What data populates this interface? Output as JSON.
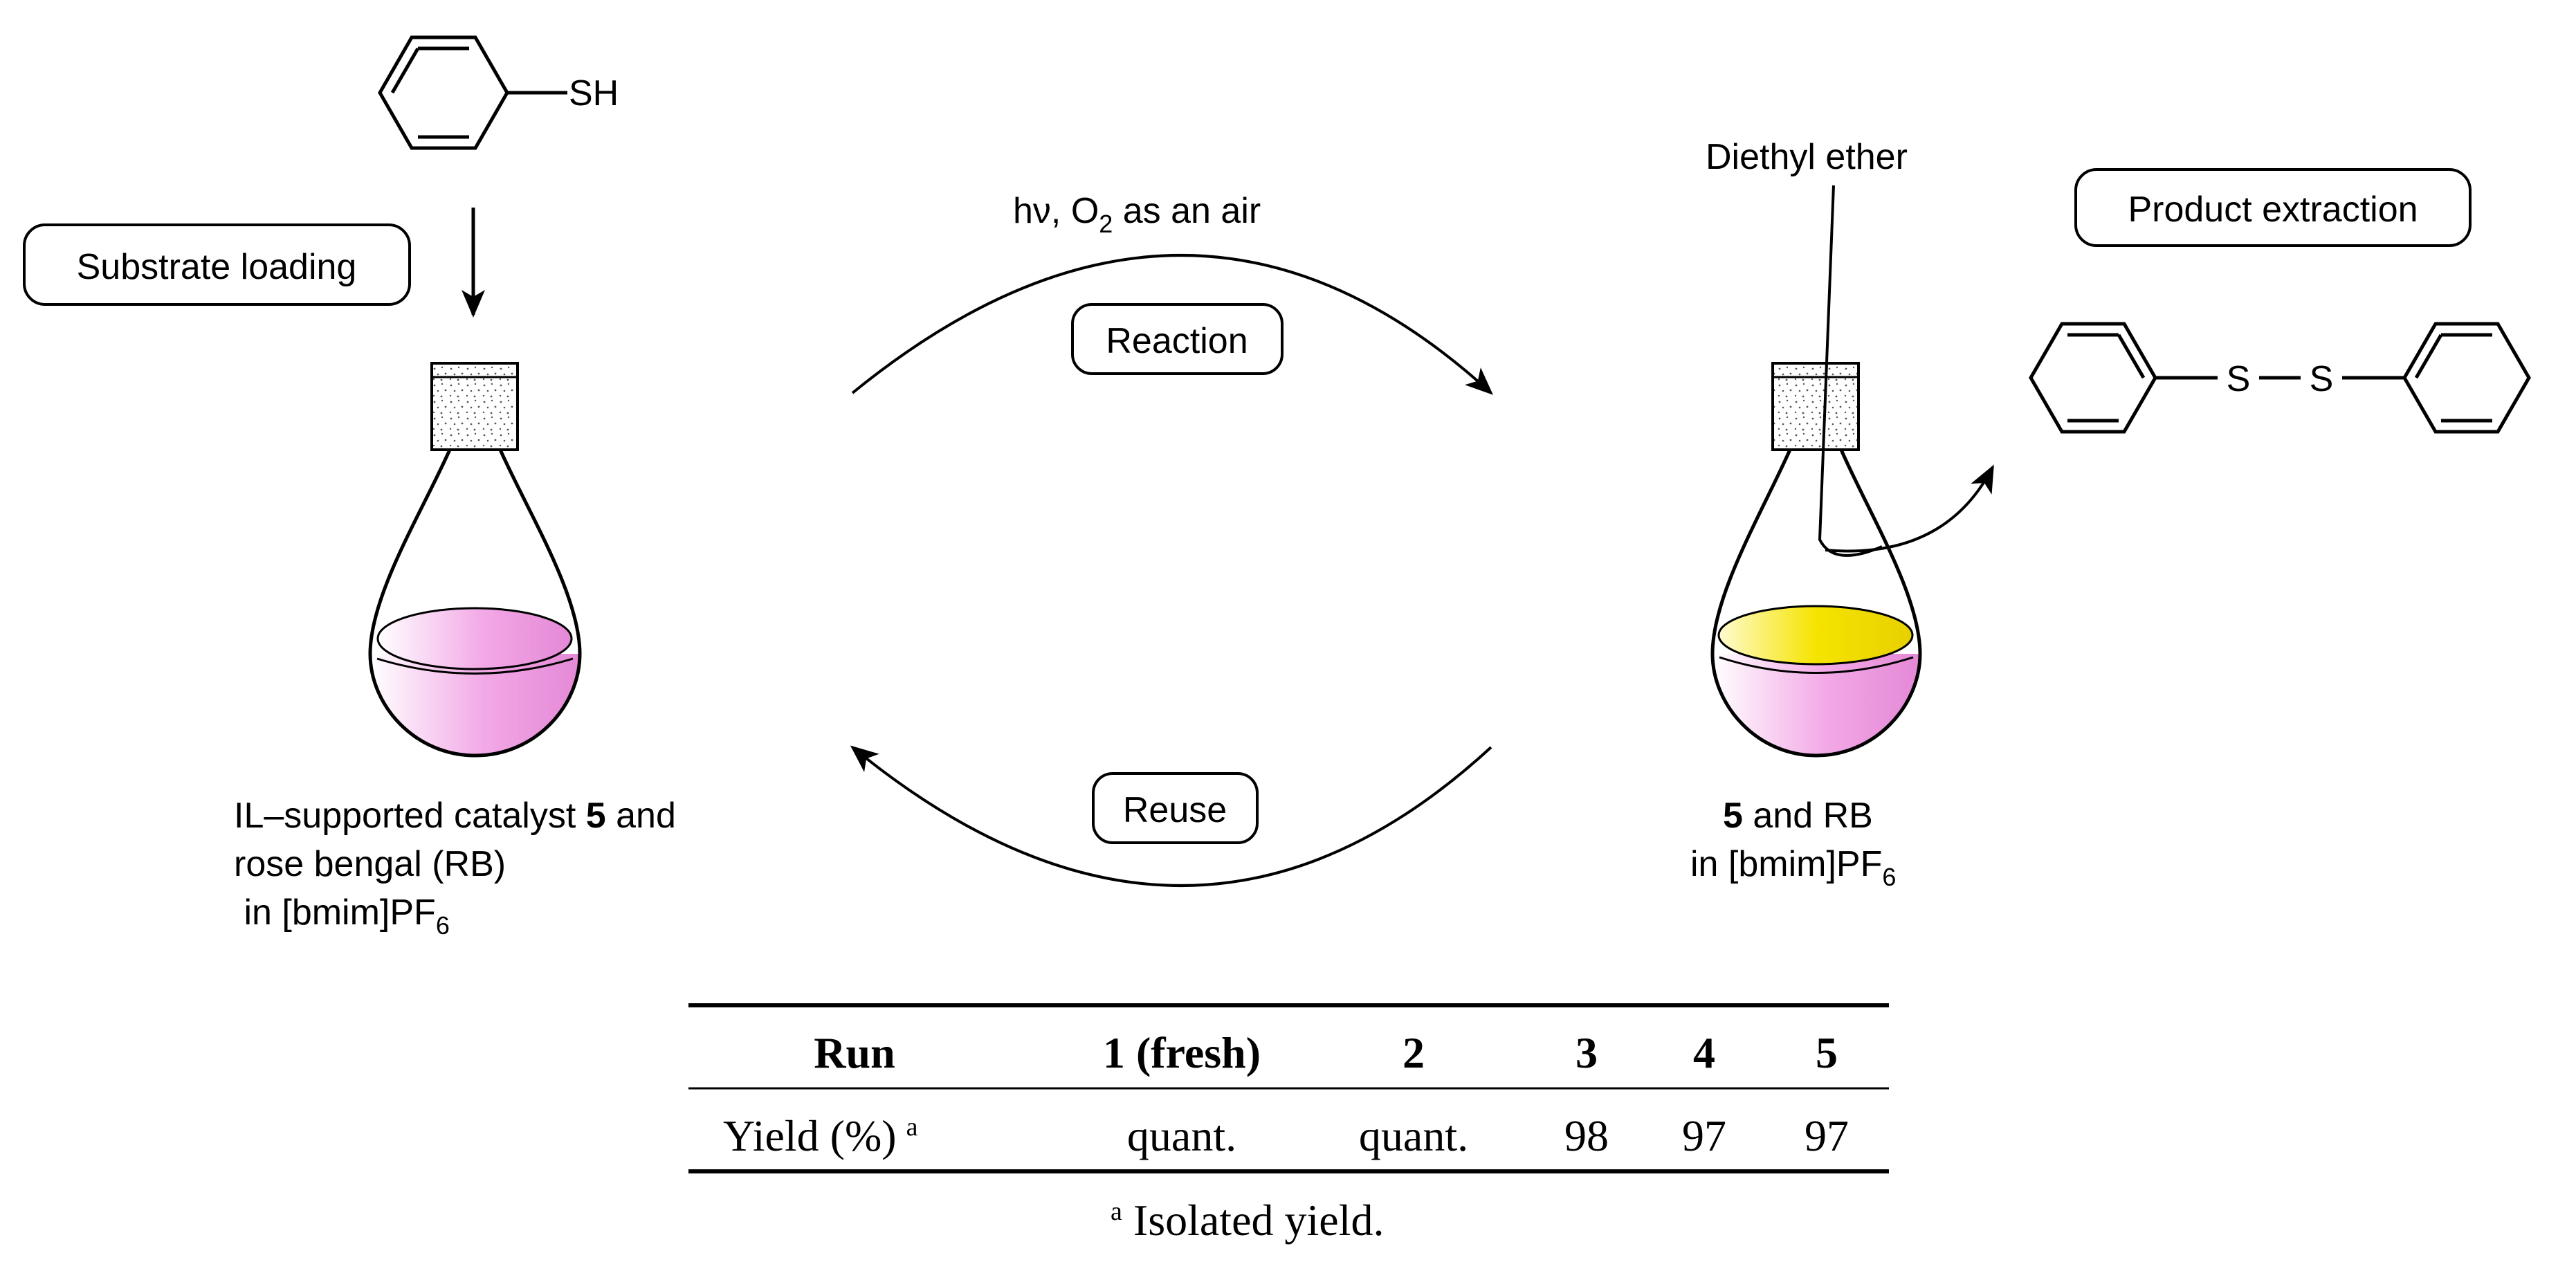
{
  "reactant": {
    "substituent": "SH"
  },
  "product": {
    "sulfur_1": "S",
    "sulfur_2": "S"
  },
  "steps": {
    "substrate_loading": "Substrate loading",
    "reaction": "Reaction",
    "reuse": "Reuse",
    "product_extraction": "Product extraction"
  },
  "conditions": {
    "prefix": "hν, O",
    "subscript": "2",
    "suffix": " as an air"
  },
  "solvent_label": "Diethyl ether",
  "left_flask": {
    "line1_text": "IL–supported catalyst ",
    "line1_bold": "5",
    "line1_tail": " and",
    "line2": "rose bengal (RB)",
    "line3_text": " in [bmim]PF",
    "line3_sub": "6",
    "liquid_color": "#f2a8e6"
  },
  "right_flask": {
    "line1_bold": "5",
    "line1_tail": " and RB",
    "line2_text": "in [bmim]PF",
    "line2_sub": "6",
    "upper_layer_color": "#f5e400",
    "lower_layer_color": "#f2a8e6"
  },
  "table": {
    "headers": [
      "Run",
      "1 (fresh)",
      "2",
      "3",
      "4",
      "5"
    ],
    "row_label": "Yield (%)",
    "row_label_sup": "a",
    "values": [
      "quant.",
      "quant.",
      "98",
      "97",
      "97"
    ],
    "footnote_sup": "a",
    "footnote": " Isolated yield."
  }
}
